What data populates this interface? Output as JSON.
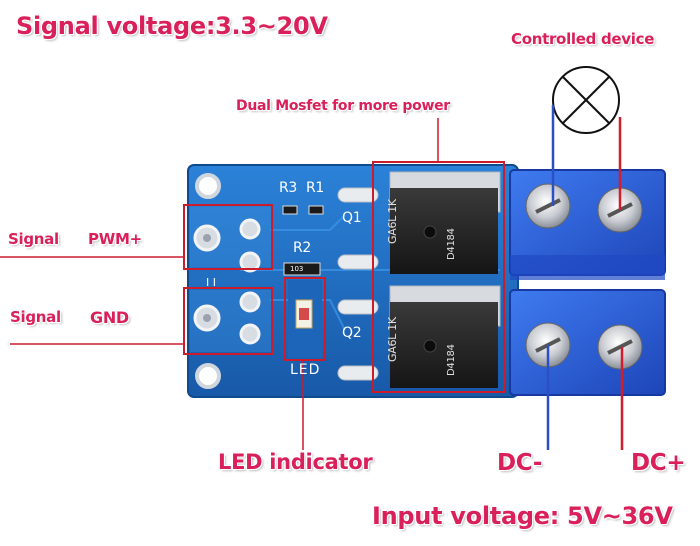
{
  "labels": {
    "signal_voltage": "Signal voltage:3.3~20V",
    "controlled_device": "Controlled device",
    "dual_mosfet": "Dual Mosfet for more power",
    "signal_pwm_left": "Signal",
    "signal_pwm_right": "PWM+",
    "signal_gnd_left": "Signal",
    "signal_gnd_right": "GND",
    "led_indicator": "LED indicator",
    "dc_minus": "DC-",
    "dc_plus": "DC+",
    "input_voltage": "Input voltage: 5V~36V"
  },
  "silkscreen": {
    "r3": "R3",
    "r1": "R1",
    "r2": "R2",
    "q1": "Q1",
    "q2": "Q2",
    "led": "LED"
  },
  "chips": {
    "top_marking_1": "GA6L 1K",
    "top_marking_2": "D4184",
    "bottom_marking_1": "GA6L 1K",
    "bottom_marking_2": "D4184"
  },
  "colors": {
    "label": "#d9205a",
    "pcb": "#1f6fc4",
    "terminal": "#2a5fd6",
    "callout": "#cc1b2b",
    "wire_blue": "#2a4fc7",
    "wire_red": "#d11e2e"
  }
}
